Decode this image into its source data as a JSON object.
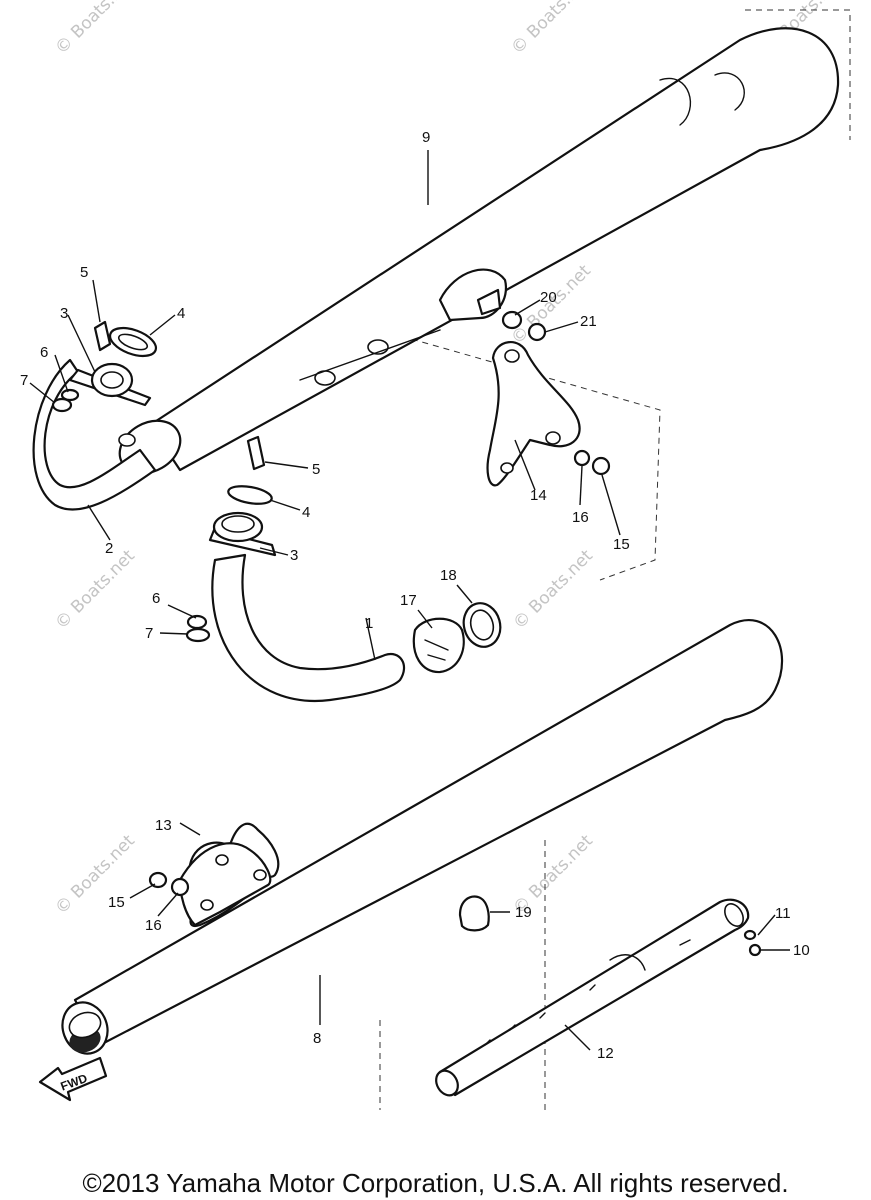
{
  "diagram": {
    "callouts": [
      "1",
      "2",
      "3",
      "3",
      "4",
      "4",
      "5",
      "5",
      "6",
      "6",
      "7",
      "7",
      "8",
      "9",
      "10",
      "11",
      "12",
      "13",
      "14",
      "15",
      "15",
      "16",
      "16",
      "17",
      "18",
      "19",
      "20",
      "21"
    ],
    "fwd_label": "FWD",
    "watermarks": [
      "© Boats.net",
      "© Boats.net",
      "© Boats.net",
      "© Boats.net",
      "© Boats.net",
      "© Boats.net",
      "© Boats.net",
      "© Boats.net"
    ]
  },
  "footer": {
    "copyright": "©2013 Yamaha Motor Corporation, U.S.A. All rights reserved."
  }
}
